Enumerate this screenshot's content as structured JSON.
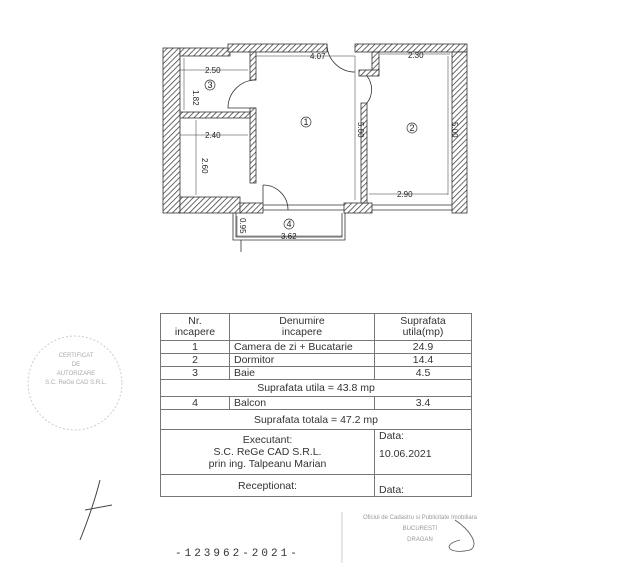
{
  "plan": {
    "rooms": [
      "1",
      "2",
      "3",
      "4"
    ],
    "dimensions": {
      "top_room1": "4.07",
      "top_room2": "2.30",
      "bath_width": "2.50",
      "bath_height": "1.82",
      "hall_width": "2.40",
      "hall_height": "2.60",
      "room1_height": "5.00",
      "room2_height": "5.00",
      "room2_width": "2.90",
      "balcony_depth": "0.95",
      "balcony_width": "3.62"
    }
  },
  "table": {
    "headers": {
      "nr": "Nr.\nincapere",
      "name": "Denumire\nincapere",
      "area": "Suprafata\nutila(mp)"
    },
    "rows": [
      {
        "nr": "1",
        "name": "Camera de zi + Bucatarie",
        "area": "24.9"
      },
      {
        "nr": "2",
        "name": "Dormitor",
        "area": "14.4"
      },
      {
        "nr": "3",
        "name": "Baie",
        "area": "4.5"
      }
    ],
    "useful_total": "Suprafata utila = 43.8 mp",
    "balcony": {
      "nr": "4",
      "name": "Balcon",
      "area": "3.4"
    },
    "grand_total": "Suprafata totala = 47.2 mp",
    "executant_label": "Executant:",
    "executant_company": "S.C. ReGe CAD S.R.L.",
    "executant_person": "prin ing. Talpeanu Marian",
    "date_label": "Data:",
    "date_value": "10.06.2021",
    "receptionat_label": "Receptionat:",
    "date_label2": "Data:"
  },
  "stamp_left": {
    "lines": [
      "CERTIFICAT",
      "DE",
      "AUTORIZARE",
      "S.C. ReGe CAD S.R.L."
    ]
  },
  "stamp_right": {
    "lines": [
      "Oficiul de Cadastru si Publicitate Imobiliara",
      "BUCURESTI",
      "DRAGAN"
    ]
  },
  "serial": "-123962-2021-"
}
